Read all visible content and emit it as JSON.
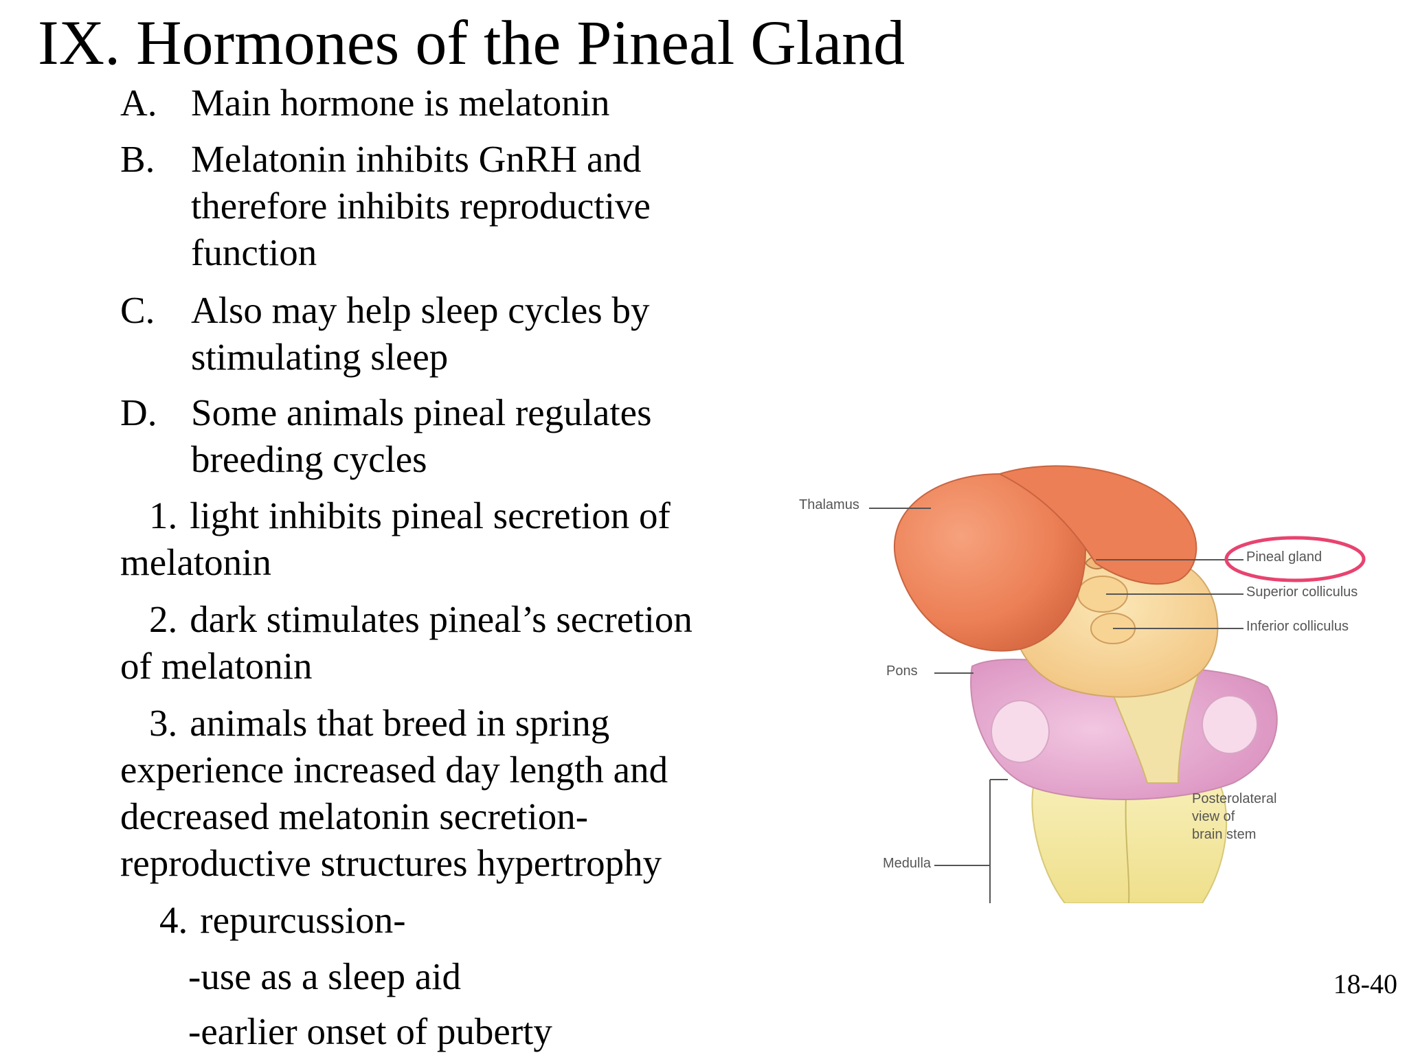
{
  "slide": {
    "title": "IX.  Hormones of the Pineal Gland",
    "slide_number": "18-40"
  },
  "outline": [
    {
      "marker": "A.",
      "text": "Main hormone is melatonin"
    },
    {
      "marker": "B.",
      "text": "Melatonin inhibits GnRH and therefore inhibits reproductive function"
    },
    {
      "marker": "C.",
      "text": "Also may help sleep cycles by stimulating sleep"
    },
    {
      "marker": "D.",
      "text": "Some animals pineal regulates breeding cycles"
    }
  ],
  "sub_items": [
    {
      "marker": "1.",
      "text": "light inhibits pineal secretion of melatonin"
    },
    {
      "marker": "2.",
      "text": "dark stimulates pineal’s secretion of melatonin"
    },
    {
      "marker": "3.",
      "text": "animals that breed in spring experience increased day length and decreased melatonin secretion-reproductive structures hypertrophy"
    },
    {
      "marker": "4.",
      "text": "repurcussion-"
    }
  ],
  "repercussions": [
    "-use as a sleep aid",
    "-earlier onset of puberty"
  ],
  "figure": {
    "labels": {
      "thalamus": "Thalamus",
      "pineal_gland": "Pineal gland",
      "superior_colliculus": "Superior colliculus",
      "inferior_colliculus": "Inferior colliculus",
      "pons": "Pons",
      "medulla": "Medulla",
      "caption": [
        "Posterolateral",
        "view of",
        "brain stem"
      ]
    },
    "colors": {
      "thalamus": "#ef8a5e",
      "midbrain": "#f7d79a",
      "pons": "#e7a9cf",
      "medulla": "#f2e8a0",
      "highlight_circle": "#e8436f"
    }
  }
}
